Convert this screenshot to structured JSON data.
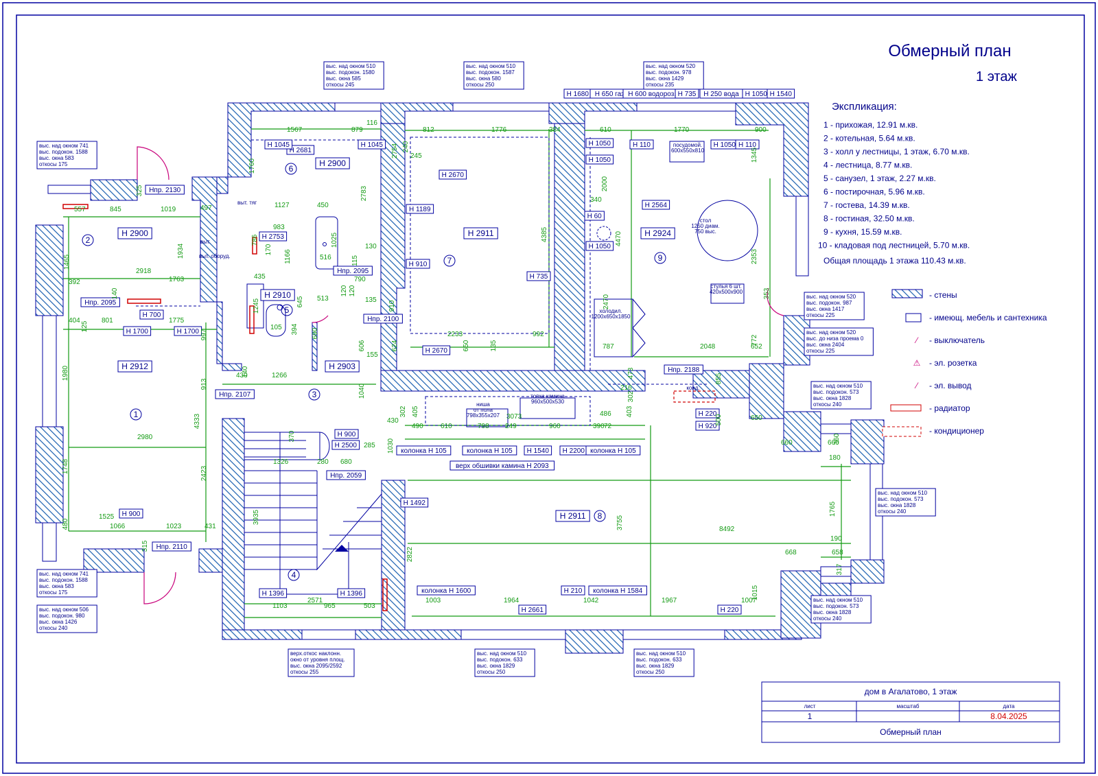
{
  "title": {
    "main": "Обмерный план",
    "sub": "1 этаж"
  },
  "explication": {
    "heading": "Экспликация:",
    "rooms": [
      "1 - прихожая, 12.91 м.кв.",
      "2 - котельная, 5.64 м.кв.",
      "3 - холл у лестницы, 1 этаж, 6.70 м.кв.",
      "4 - лестница, 8.77 м.кв.",
      "5 - санузел, 1 этаж, 2.27 м.кв.",
      "6 - постирочная, 5.96 м.кв.",
      "7 - гостева, 14.39 м.кв.",
      "8 - гостиная, 32.50 м.кв.",
      "9 - кухня, 15.59 м.кв.",
      "10 - кладовая под лестницей, 5.70 м.кв."
    ],
    "total": "Общая площадь 1 этажа 110.43 м.кв."
  },
  "legend": [
    {
      "sym": "wall",
      "label": "- стены"
    },
    {
      "sym": "furniture",
      "label": "- имеющ. мебель и сантехника"
    },
    {
      "sym": "switch",
      "label": "- выключатель"
    },
    {
      "sym": "socket",
      "label": "- эл. розетка"
    },
    {
      "sym": "outlet",
      "label": "- эл. вывод"
    },
    {
      "sym": "radiator",
      "label": "- радиатор"
    },
    {
      "sym": "ac",
      "label": "- кондиционер"
    }
  ],
  "stamp": {
    "project": "дом в Агалатово, 1 этаж",
    "sheet_label": "лист",
    "sheet": "1",
    "scale_label": "масштаб",
    "scale": "",
    "date_label": "дата",
    "date": "8.04.2025",
    "doc": "Обмерный план"
  },
  "rooms": [
    {
      "n": "1",
      "h": "H 2912"
    },
    {
      "n": "2",
      "h": "H 2900"
    },
    {
      "n": "3",
      "h": "H 2903"
    },
    {
      "n": "4",
      "h": ""
    },
    {
      "n": "5",
      "h": "H 2910"
    },
    {
      "n": "6",
      "h": "H 2900"
    },
    {
      "n": "7",
      "h": "H 2911"
    },
    {
      "n": "8",
      "h": "H 2911"
    },
    {
      "n": "9",
      "h": "H 2924"
    }
  ],
  "height_tags": [
    "H 2681",
    "H 1045",
    "H 1045",
    "H 2753",
    "H 2670",
    "H 1189",
    "H 910",
    "H 2670",
    "H 2564",
    "H 60",
    "H 1050",
    "H 1050",
    "H 1050",
    "H 735",
    "H 110",
    "H 1050",
    "H 110",
    "H 1680",
    "H 650 газ",
    "H 600 водороз.",
    "H 735",
    "H 250 вода",
    "H 1050",
    "H 1540",
    "H 700",
    "H 1700",
    "H 1700",
    "H 900",
    "H 900",
    "H 2500",
    "H 1492",
    "H 1396",
    "H 1396",
    "H 2661",
    "H 210",
    "H 220",
    "H 220",
    "H 920",
    "H 1540",
    "H 2200",
    "Hпр. 2130",
    "Hпр. 2095",
    "Hпр. 2107",
    "Hпр. 2110",
    "Hпр. 2100",
    "Hпр. 2059",
    "Hпр. 2095",
    "Hпр. 2188",
    "колонка H 105",
    "колонка H 105",
    "колонка H 105",
    "колонка H 1600",
    "колонка H 1584",
    "верх обшивки камина H 2093"
  ],
  "dims": [
    "557",
    "845",
    "1019",
    "497",
    "325",
    "1465",
    "2918",
    "392",
    "1763",
    "140",
    "1934",
    "404",
    "801",
    "1775",
    "125",
    "1980",
    "2980",
    "4333",
    "1748",
    "913",
    "997",
    "2423",
    "480",
    "1525",
    "1066",
    "1023",
    "431",
    "315",
    "1567",
    "879",
    "116",
    "1760",
    "2783",
    "1127",
    "450",
    "983",
    "786",
    "170",
    "1166",
    "1025",
    "516",
    "115",
    "130",
    "790",
    "120",
    "645",
    "435",
    "1245",
    "105",
    "394",
    "690",
    "120",
    "513",
    "430",
    "1266",
    "140",
    "135",
    "812",
    "1776",
    "384",
    "2754",
    "240",
    "245",
    "4385",
    "910",
    "2233",
    "650",
    "135",
    "992",
    "624",
    "155",
    "606",
    "1040",
    "302",
    "405",
    "430",
    "490",
    "610",
    "798",
    "249",
    "3073",
    "960",
    "390",
    "72",
    "486",
    "403",
    "302",
    "216",
    "473",
    "1030",
    "370",
    "1326",
    "280",
    "680",
    "285",
    "3935",
    "2571",
    "1103",
    "965",
    "503",
    "2822",
    "1003",
    "1964",
    "1042",
    "1967",
    "1007",
    "1015",
    "8492",
    "3755",
    "610",
    "1770",
    "900",
    "1345",
    "2000",
    "340",
    "4470",
    "2470",
    "787",
    "2048",
    "652",
    "772",
    "2353",
    "353",
    "855",
    "500",
    "650",
    "660",
    "660",
    "360",
    "180",
    "1765",
    "190",
    "668",
    "658",
    "317"
  ],
  "window_notes": [
    [
      "выс. над окном 510",
      "выс. подокон. 1580",
      "выс. окна 585",
      "откосы 245"
    ],
    [
      "выс. над окном 510",
      "выс. подокон. 1587",
      "выс. окна 580",
      "откосы 250"
    ],
    [
      "выс. над окном 520",
      "выс. подокон. 978",
      "выс. окна 1429",
      "откосы 235"
    ],
    [
      "выс. над окном 741",
      "выс. подокон. 1588",
      "выс. окна 583",
      "откосы 175"
    ],
    [
      "выс. над окном 520",
      "выс. подокон. 987",
      "выс. окна 1417",
      "откосы 225"
    ],
    [
      "выс. над окном 520",
      "выс. до низа проема 0",
      "выс. окна 2404",
      "откосы 225"
    ],
    [
      "выс. над окном 510",
      "выс. подокон. 573",
      "выс. окна 1828",
      "откосы 240"
    ],
    [
      "выс. над окном 510",
      "выс. подокон. 573",
      "выс. окна 1828",
      "откосы 240"
    ],
    [
      "выс. над окном 741",
      "выс. подокон. 1588",
      "выс. окна 583",
      "откосы 175"
    ],
    [
      "выс. над окном 506",
      "выс. подокон. 980",
      "выс. окна 1426",
      "откосы 240"
    ],
    [
      "выс. над окном 510",
      "выс. подокон. 573",
      "выс. окна 1828",
      "откосы 240"
    ],
    [
      "верх.откос наклонн.",
      "окно от уровня площ.",
      "выс. окна 2095/2592",
      "откосы 255"
    ],
    [
      "выс. над окном 510",
      "выс. подокон. 633",
      "выс. окна 1829",
      "откосы 250"
    ],
    [
      "выс. над окном 510",
      "выс. подокон. 633",
      "выс. окна 1829",
      "откосы 250"
    ]
  ],
  "labels": {
    "stove": [
      "топка камина",
      "960x500x530"
    ],
    "niche": [
      "ниша",
      "от пола",
      "798x355x207"
    ],
    "table": [
      "стол",
      "1250 диам.",
      "750 выс."
    ],
    "chairs": [
      "стулья 6 шт.",
      "420x500x900"
    ],
    "dishwasher": [
      "посудомой.",
      "600x550x810"
    ],
    "fridge": [
      "холодил.",
      "1200x650x1850"
    ],
    "ac_kitchen": "конд.",
    "vent": "выт.",
    "equip": "выт. оборуд.",
    "vent2": "выт. тяг"
  },
  "colors": {
    "wall": "#1a5fb0",
    "line": "#0000a0",
    "dim": "#129a12",
    "fixture": "#c8007a",
    "text": "#00008a"
  }
}
